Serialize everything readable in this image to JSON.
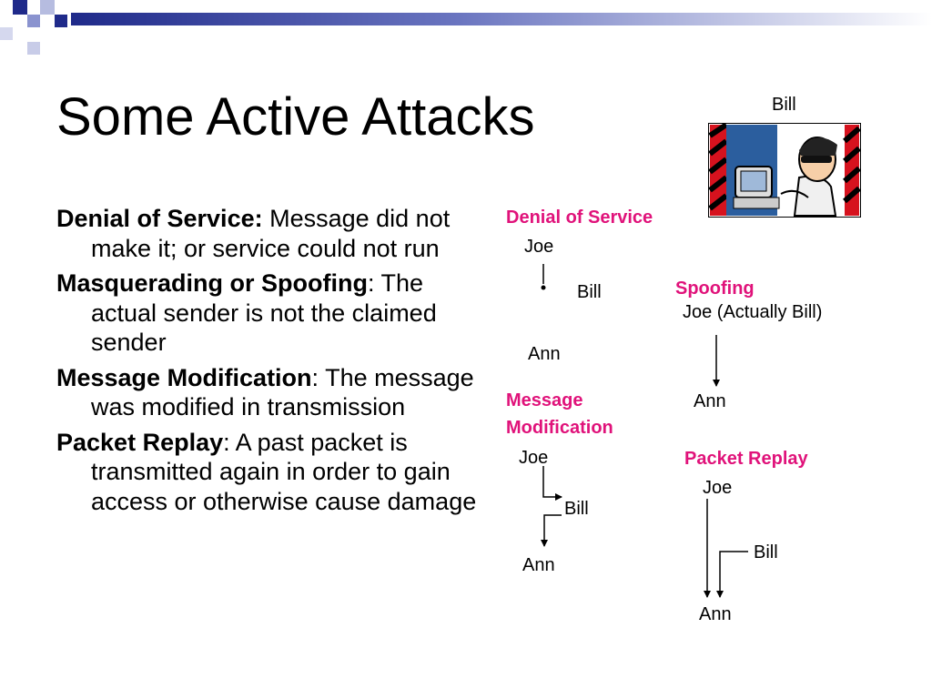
{
  "slide": {
    "title": "Some Active Attacks",
    "bullets": [
      {
        "term": "Denial of Service:",
        "sep": "",
        "text": " Message did not make it; or service could not run"
      },
      {
        "term": "Masquerading or Spoofing",
        "sep": ":",
        "text": " The actual sender is not the claimed sender"
      },
      {
        "term": "Message Modification",
        "sep": ":",
        "text": " The message was modified in transmission"
      },
      {
        "term": "Packet Replay",
        "sep": ":",
        "text": " A past packet is transmitted again in order to gain access or otherwise cause damage"
      }
    ],
    "image_caption": "Bill",
    "accent_color": "#e0127a",
    "diagrams": {
      "denial_of_service": {
        "heading": "Denial of Service",
        "sender": "Joe",
        "attacker": "Bill",
        "receiver": "Ann"
      },
      "spoofing": {
        "heading": "Spoofing",
        "sender": "Joe (Actually Bill)",
        "receiver": "Ann"
      },
      "message_modification": {
        "heading_line1": "Message",
        "heading_line2": "Modification",
        "sender": "Joe",
        "attacker": "Bill",
        "receiver": "Ann"
      },
      "packet_replay": {
        "heading": "Packet Replay",
        "sender": "Joe",
        "attacker": "Bill",
        "receiver": "Ann"
      }
    }
  }
}
